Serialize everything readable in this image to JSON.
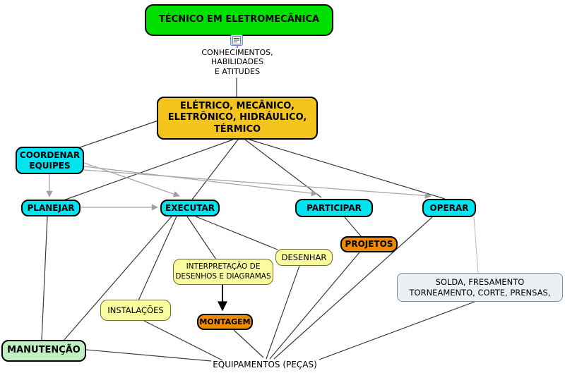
{
  "diagram_title": "Mapa conceitual - Técnico em Eletromecânica",
  "colors": {
    "node_green": "#00df00",
    "node_gold": "#f5c41c",
    "node_cyan": "#00e4f0",
    "node_orange": "#ef8a00",
    "node_pale_yellow": "#fafaa0",
    "node_light_green": "#c2efc2",
    "node_gray_blue": "#eaf1f3",
    "edge_black": "#3a3a3a",
    "edge_gray": "#a8a8a8"
  },
  "nodes": {
    "tecnico": {
      "label": "TÉCNICO EM ELETROMECÂNICA"
    },
    "cha": {
      "label": "CONHECIMENTOS,\nHABILIDADES\nE ATITUDES"
    },
    "eletrico": {
      "label": "ELÉTRICO, MECÂNICO,\nELETRÔNICO, HIDRÁULICO,\nTÉRMICO"
    },
    "coordenar": {
      "label": "COORDENAR\nEQUIPES"
    },
    "planejar": {
      "label": "PLANEJAR"
    },
    "executar": {
      "label": "EXECUTAR"
    },
    "participar": {
      "label": "PARTICIPAR"
    },
    "operar": {
      "label": "OPERAR"
    },
    "projetos": {
      "label": "PROJETOS"
    },
    "desenhar": {
      "label": "DESENHAR"
    },
    "interpretacao": {
      "label": "INTERPRETAÇÃO DE\nDESENHOS E DIAGRAMAS"
    },
    "instalacoes": {
      "label": "INSTALAÇÕES"
    },
    "montagem": {
      "label": "MONTAGEM"
    },
    "solda": {
      "label": "SOLDA, FRESAMENTO\nTORNEAMENTO, CORTE, PRENSAS,"
    },
    "manutencao": {
      "label": "MANUTENÇÃO"
    },
    "equipamentos": {
      "label": "EQUIPAMENTOS (PEÇAS)"
    }
  },
  "icons": {
    "resource_icon": "note-document-icon"
  },
  "edges": [
    {
      "from": "tecnico",
      "to": "cha",
      "type": "line"
    },
    {
      "from": "cha",
      "to": "eletrico",
      "type": "line"
    },
    {
      "from": "eletrico",
      "to": "coordenar",
      "type": "line"
    },
    {
      "from": "eletrico",
      "to": "planejar",
      "type": "line"
    },
    {
      "from": "eletrico",
      "to": "executar",
      "type": "line"
    },
    {
      "from": "eletrico",
      "to": "participar",
      "type": "line"
    },
    {
      "from": "eletrico",
      "to": "operar",
      "type": "line"
    },
    {
      "from": "coordenar",
      "to": "planejar",
      "type": "arrow-gray"
    },
    {
      "from": "coordenar",
      "to": "executar",
      "type": "arrow-gray"
    },
    {
      "from": "coordenar",
      "to": "participar",
      "type": "arrow-gray"
    },
    {
      "from": "coordenar",
      "to": "operar",
      "type": "arrow-gray"
    },
    {
      "from": "planejar",
      "to": "executar",
      "type": "arrow-gray"
    },
    {
      "from": "planejar",
      "to": "manutencao",
      "type": "line"
    },
    {
      "from": "executar",
      "to": "manutencao",
      "type": "line"
    },
    {
      "from": "executar",
      "to": "instalacoes",
      "type": "line"
    },
    {
      "from": "executar",
      "to": "interpretacao",
      "type": "line"
    },
    {
      "from": "executar",
      "to": "desenhar",
      "type": "line"
    },
    {
      "from": "participar",
      "to": "projetos",
      "type": "line"
    },
    {
      "from": "operar",
      "to": "solda",
      "type": "line-gray"
    },
    {
      "from": "operar",
      "to": "equipamentos",
      "type": "line"
    },
    {
      "from": "interpretacao",
      "to": "montagem",
      "type": "arrow-black"
    },
    {
      "from": "projetos",
      "to": "equipamentos",
      "type": "line"
    },
    {
      "from": "desenhar",
      "to": "equipamentos",
      "type": "line"
    },
    {
      "from": "montagem",
      "to": "equipamentos",
      "type": "line"
    },
    {
      "from": "instalacoes",
      "to": "equipamentos",
      "type": "line"
    },
    {
      "from": "manutencao",
      "to": "equipamentos",
      "type": "line"
    },
    {
      "from": "solda",
      "to": "equipamentos",
      "type": "line"
    }
  ]
}
